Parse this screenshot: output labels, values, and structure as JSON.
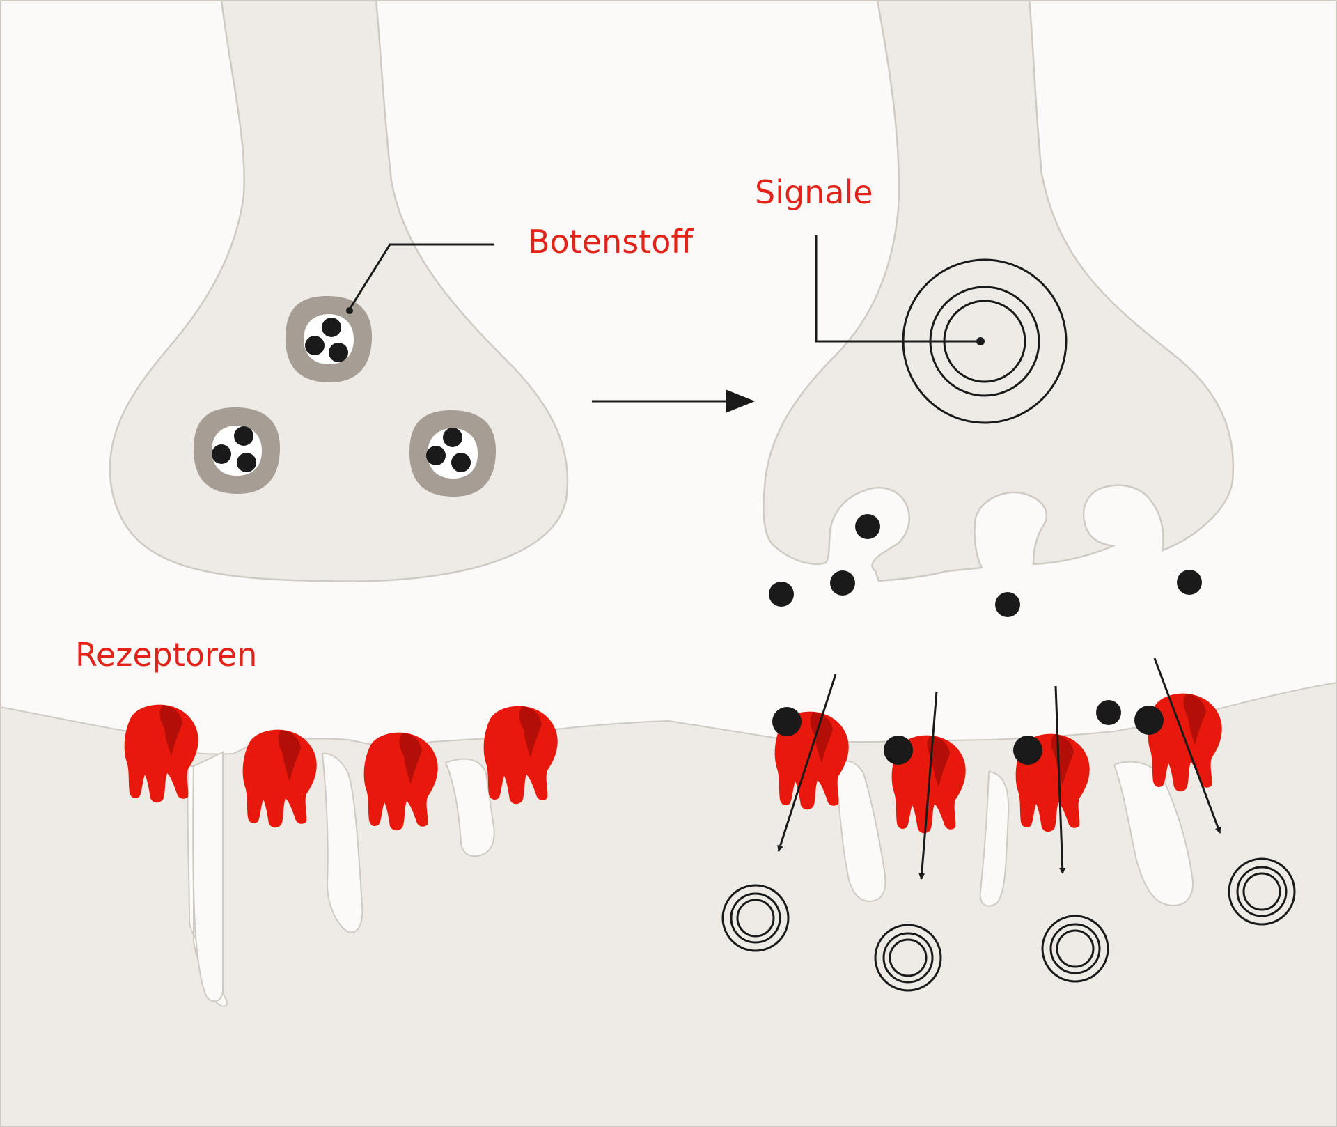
{
  "labels": {
    "botenstoff": "Botenstoff",
    "signale": "Signale",
    "rezeptoren": "Rezeptoren"
  },
  "colors": {
    "background": "#fbfaf8",
    "cell": "#eeebe6",
    "cell_outline": "#cfcac3",
    "vesicle": "#a69d95",
    "receptor": "#e8180c",
    "receptor_shade": "#b30f08",
    "label": "#e2231a",
    "ink": "#1a1a1a"
  },
  "icons": {
    "vesicle": "vesicle-icon",
    "neurotransmitter": "neurotransmitter-dot-icon",
    "receptor": "receptor-icon",
    "signal": "signal-rings-icon",
    "arrow": "arrow-right-icon"
  }
}
